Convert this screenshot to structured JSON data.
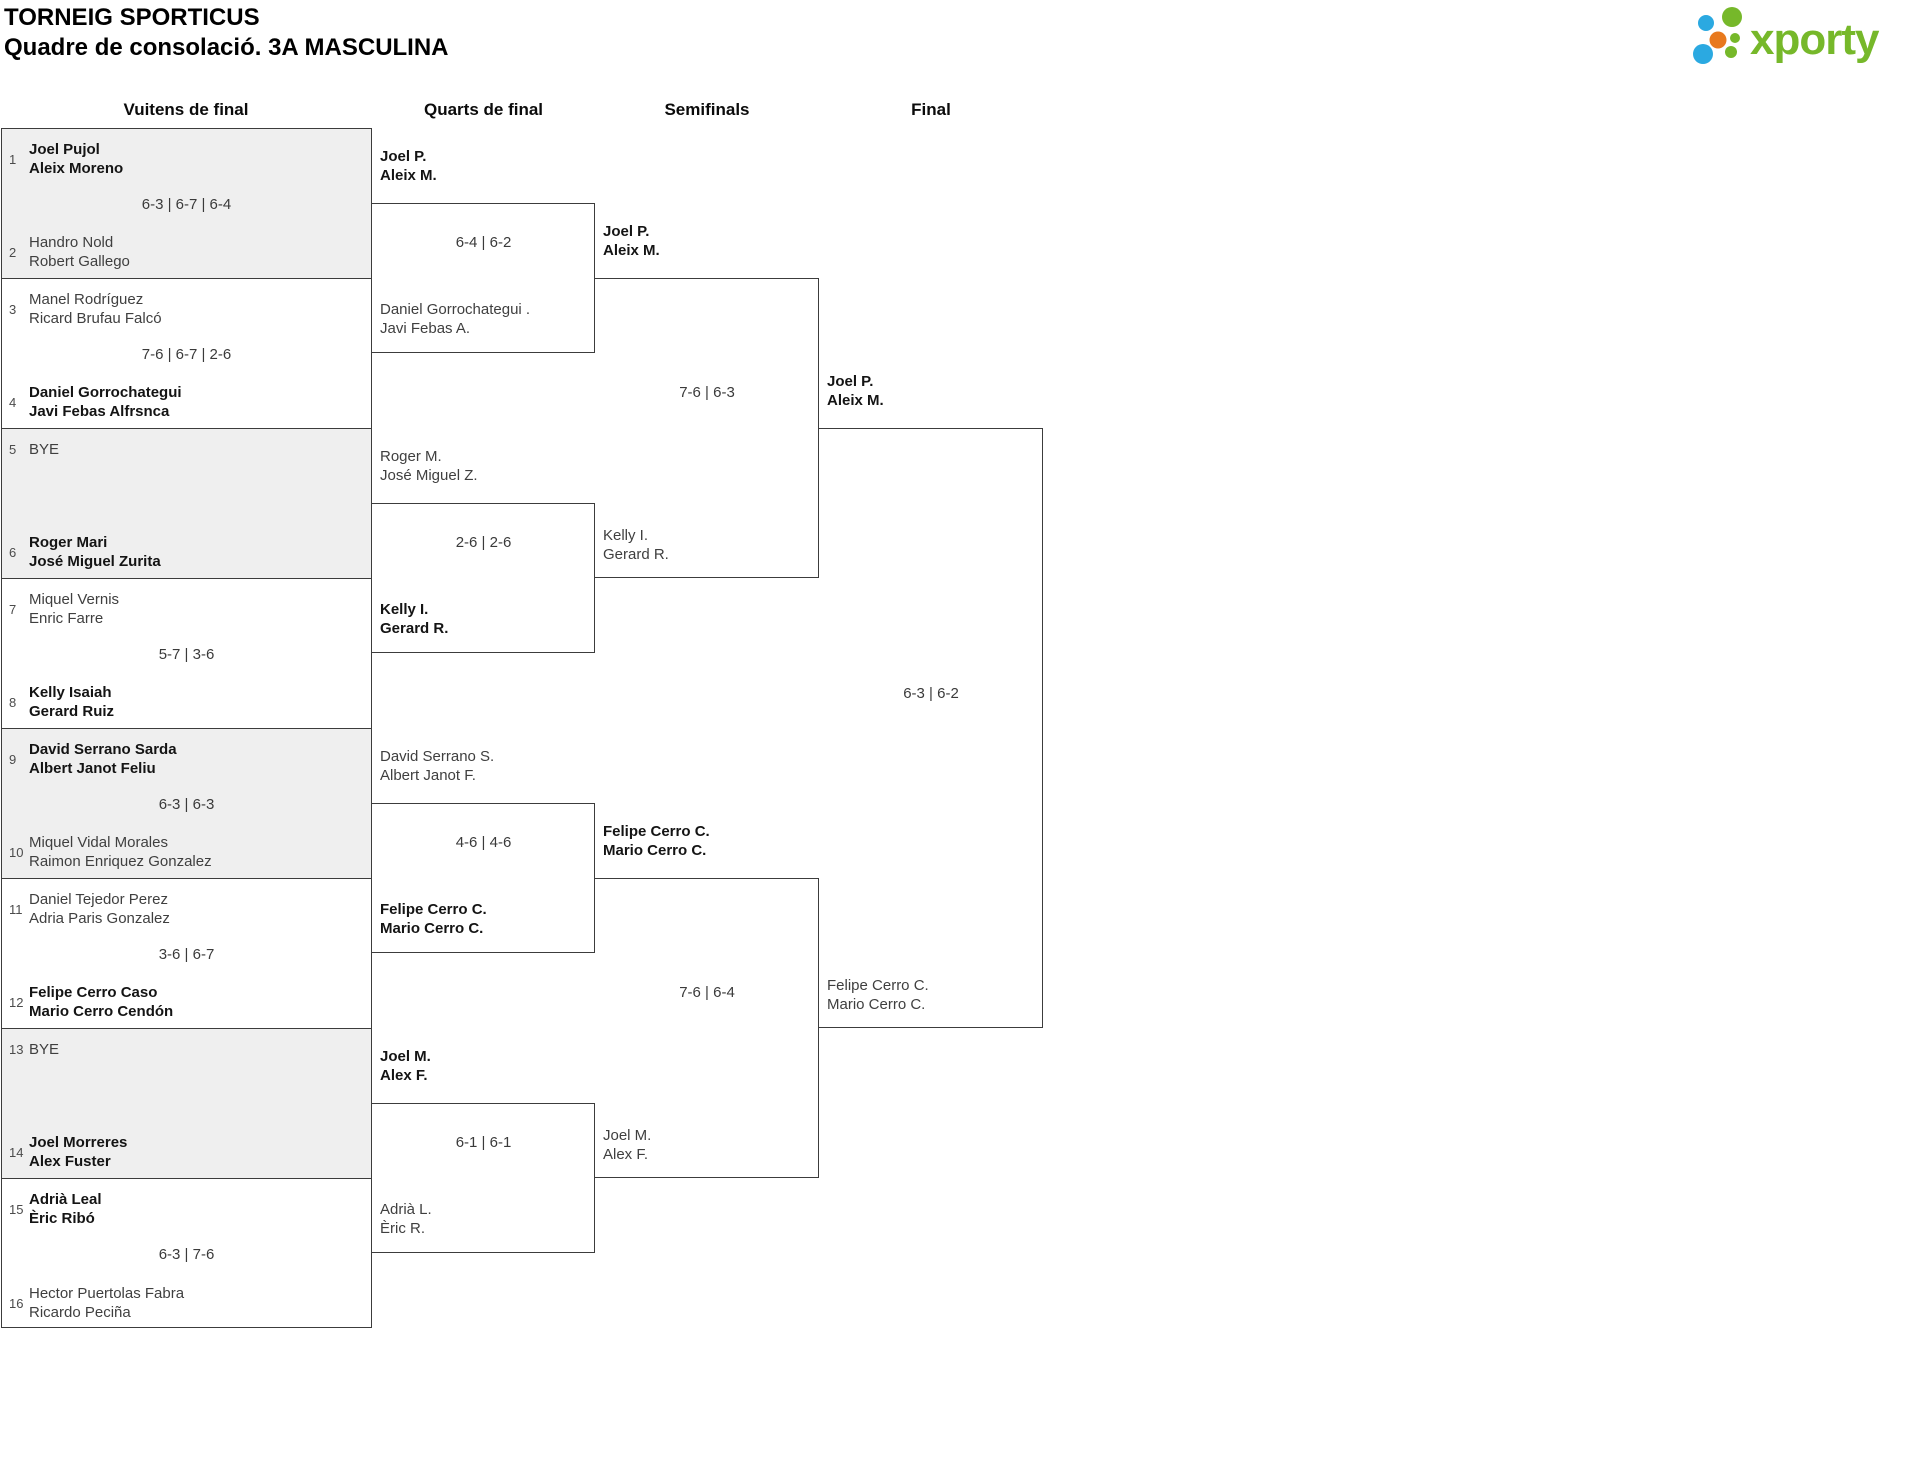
{
  "header": {
    "title_line1": "TORNEIG SPORTICUS",
    "title_line2": "Quadre de consolació. 3A MASCULINA",
    "logo_text": "xporty"
  },
  "columns": [
    "Vuitens de final",
    "Quarts de final",
    "Semifinals",
    "Final"
  ],
  "colors": {
    "shaded_row": "#efefef",
    "line": "#3c3c3c",
    "logo_green": "#76b82a",
    "logo_blue": "#2ba9e1",
    "logo_orange": "#e8791d"
  },
  "r16": [
    {
      "seed_top": "1",
      "top1": "Joel Pujol",
      "top2": "Aleix Moreno",
      "winner": "top",
      "score": "6-3 | 6-7 | 6-4",
      "seed_bottom": "2",
      "bot1": "Handro Nold",
      "bot2": "Robert Gallego"
    },
    {
      "seed_top": "3",
      "top1": "Manel Rodríguez",
      "top2": "Ricard Brufau Falcó",
      "winner": "bottom",
      "score": "7-6 | 6-7 | 2-6",
      "seed_bottom": "4",
      "bot1": "Daniel Gorrochategui",
      "bot2": "Javi Febas Alfrsnca"
    },
    {
      "seed_top": "5",
      "top1": "BYE",
      "top2": "",
      "winner": "bottom",
      "score": "",
      "seed_bottom": "6",
      "bot1": "Roger Mari",
      "bot2": "José Miguel Zurita"
    },
    {
      "seed_top": "7",
      "top1": "Miquel Vernis",
      "top2": "Enric Farre",
      "winner": "bottom",
      "score": "5-7 | 3-6",
      "seed_bottom": "8",
      "bot1": "Kelly Isaiah",
      "bot2": "Gerard Ruiz"
    },
    {
      "seed_top": "9",
      "top1": "David Serrano Sarda",
      "top2": "Albert Janot Feliu",
      "winner": "top",
      "score": "6-3 | 6-3",
      "seed_bottom": "10",
      "bot1": "Miquel Vidal Morales",
      "bot2": "Raimon Enriquez Gonzalez"
    },
    {
      "seed_top": "11",
      "top1": "Daniel Tejedor Perez",
      "top2": "Adria Paris Gonzalez",
      "winner": "bottom",
      "score": "3-6 | 6-7",
      "seed_bottom": "12",
      "bot1": "Felipe Cerro Caso",
      "bot2": "Mario Cerro Cendón"
    },
    {
      "seed_top": "13",
      "top1": "BYE",
      "top2": "",
      "winner": "bottom",
      "score": "",
      "seed_bottom": "14",
      "bot1": "Joel Morreres",
      "bot2": "Alex Fuster"
    },
    {
      "seed_top": "15",
      "top1": "Adrià Leal",
      "top2": "Èric Ribó",
      "winner": "top",
      "score": "6-3 | 7-6",
      "seed_bottom": "16",
      "bot1": "Hector Puertolas Fabra",
      "bot2": "Ricardo Peciña"
    }
  ],
  "qf": [
    {
      "top1": "Joel P.",
      "top2": "Aleix M.",
      "winner": "top",
      "score": "6-4 | 6-2",
      "bot1": "Daniel Gorrochategui .",
      "bot2": "Javi Febas A."
    },
    {
      "top1": "Roger M.",
      "top2": "José Miguel Z.",
      "winner": "bottom",
      "score": "2-6 | 2-6",
      "bot1": "Kelly I.",
      "bot2": "Gerard R."
    },
    {
      "top1": "David Serrano S.",
      "top2": "Albert Janot F.",
      "winner": "bottom",
      "score": "4-6 | 4-6",
      "bot1": "Felipe Cerro C.",
      "bot2": "Mario Cerro C."
    },
    {
      "top1": "Joel M.",
      "top2": "Alex F.",
      "winner": "top",
      "score": "6-1 | 6-1",
      "bot1": "Adrià L.",
      "bot2": "Èric R."
    }
  ],
  "sf": [
    {
      "top1": "Joel P.",
      "top2": "Aleix M.",
      "winner": "top",
      "score": "7-6 | 6-3",
      "bot1": "Kelly I.",
      "bot2": "Gerard R."
    },
    {
      "top1": "Felipe Cerro C.",
      "top2": "Mario Cerro C.",
      "winner": "top",
      "score": "7-6 | 6-4",
      "bot1": "Joel M.",
      "bot2": "Alex F."
    }
  ],
  "final": {
    "top1": "Joel P.",
    "top2": "Aleix M.",
    "winner": "top",
    "score": "6-3 | 6-2",
    "bot1": "Felipe Cerro C.",
    "bot2": "Mario Cerro C."
  }
}
